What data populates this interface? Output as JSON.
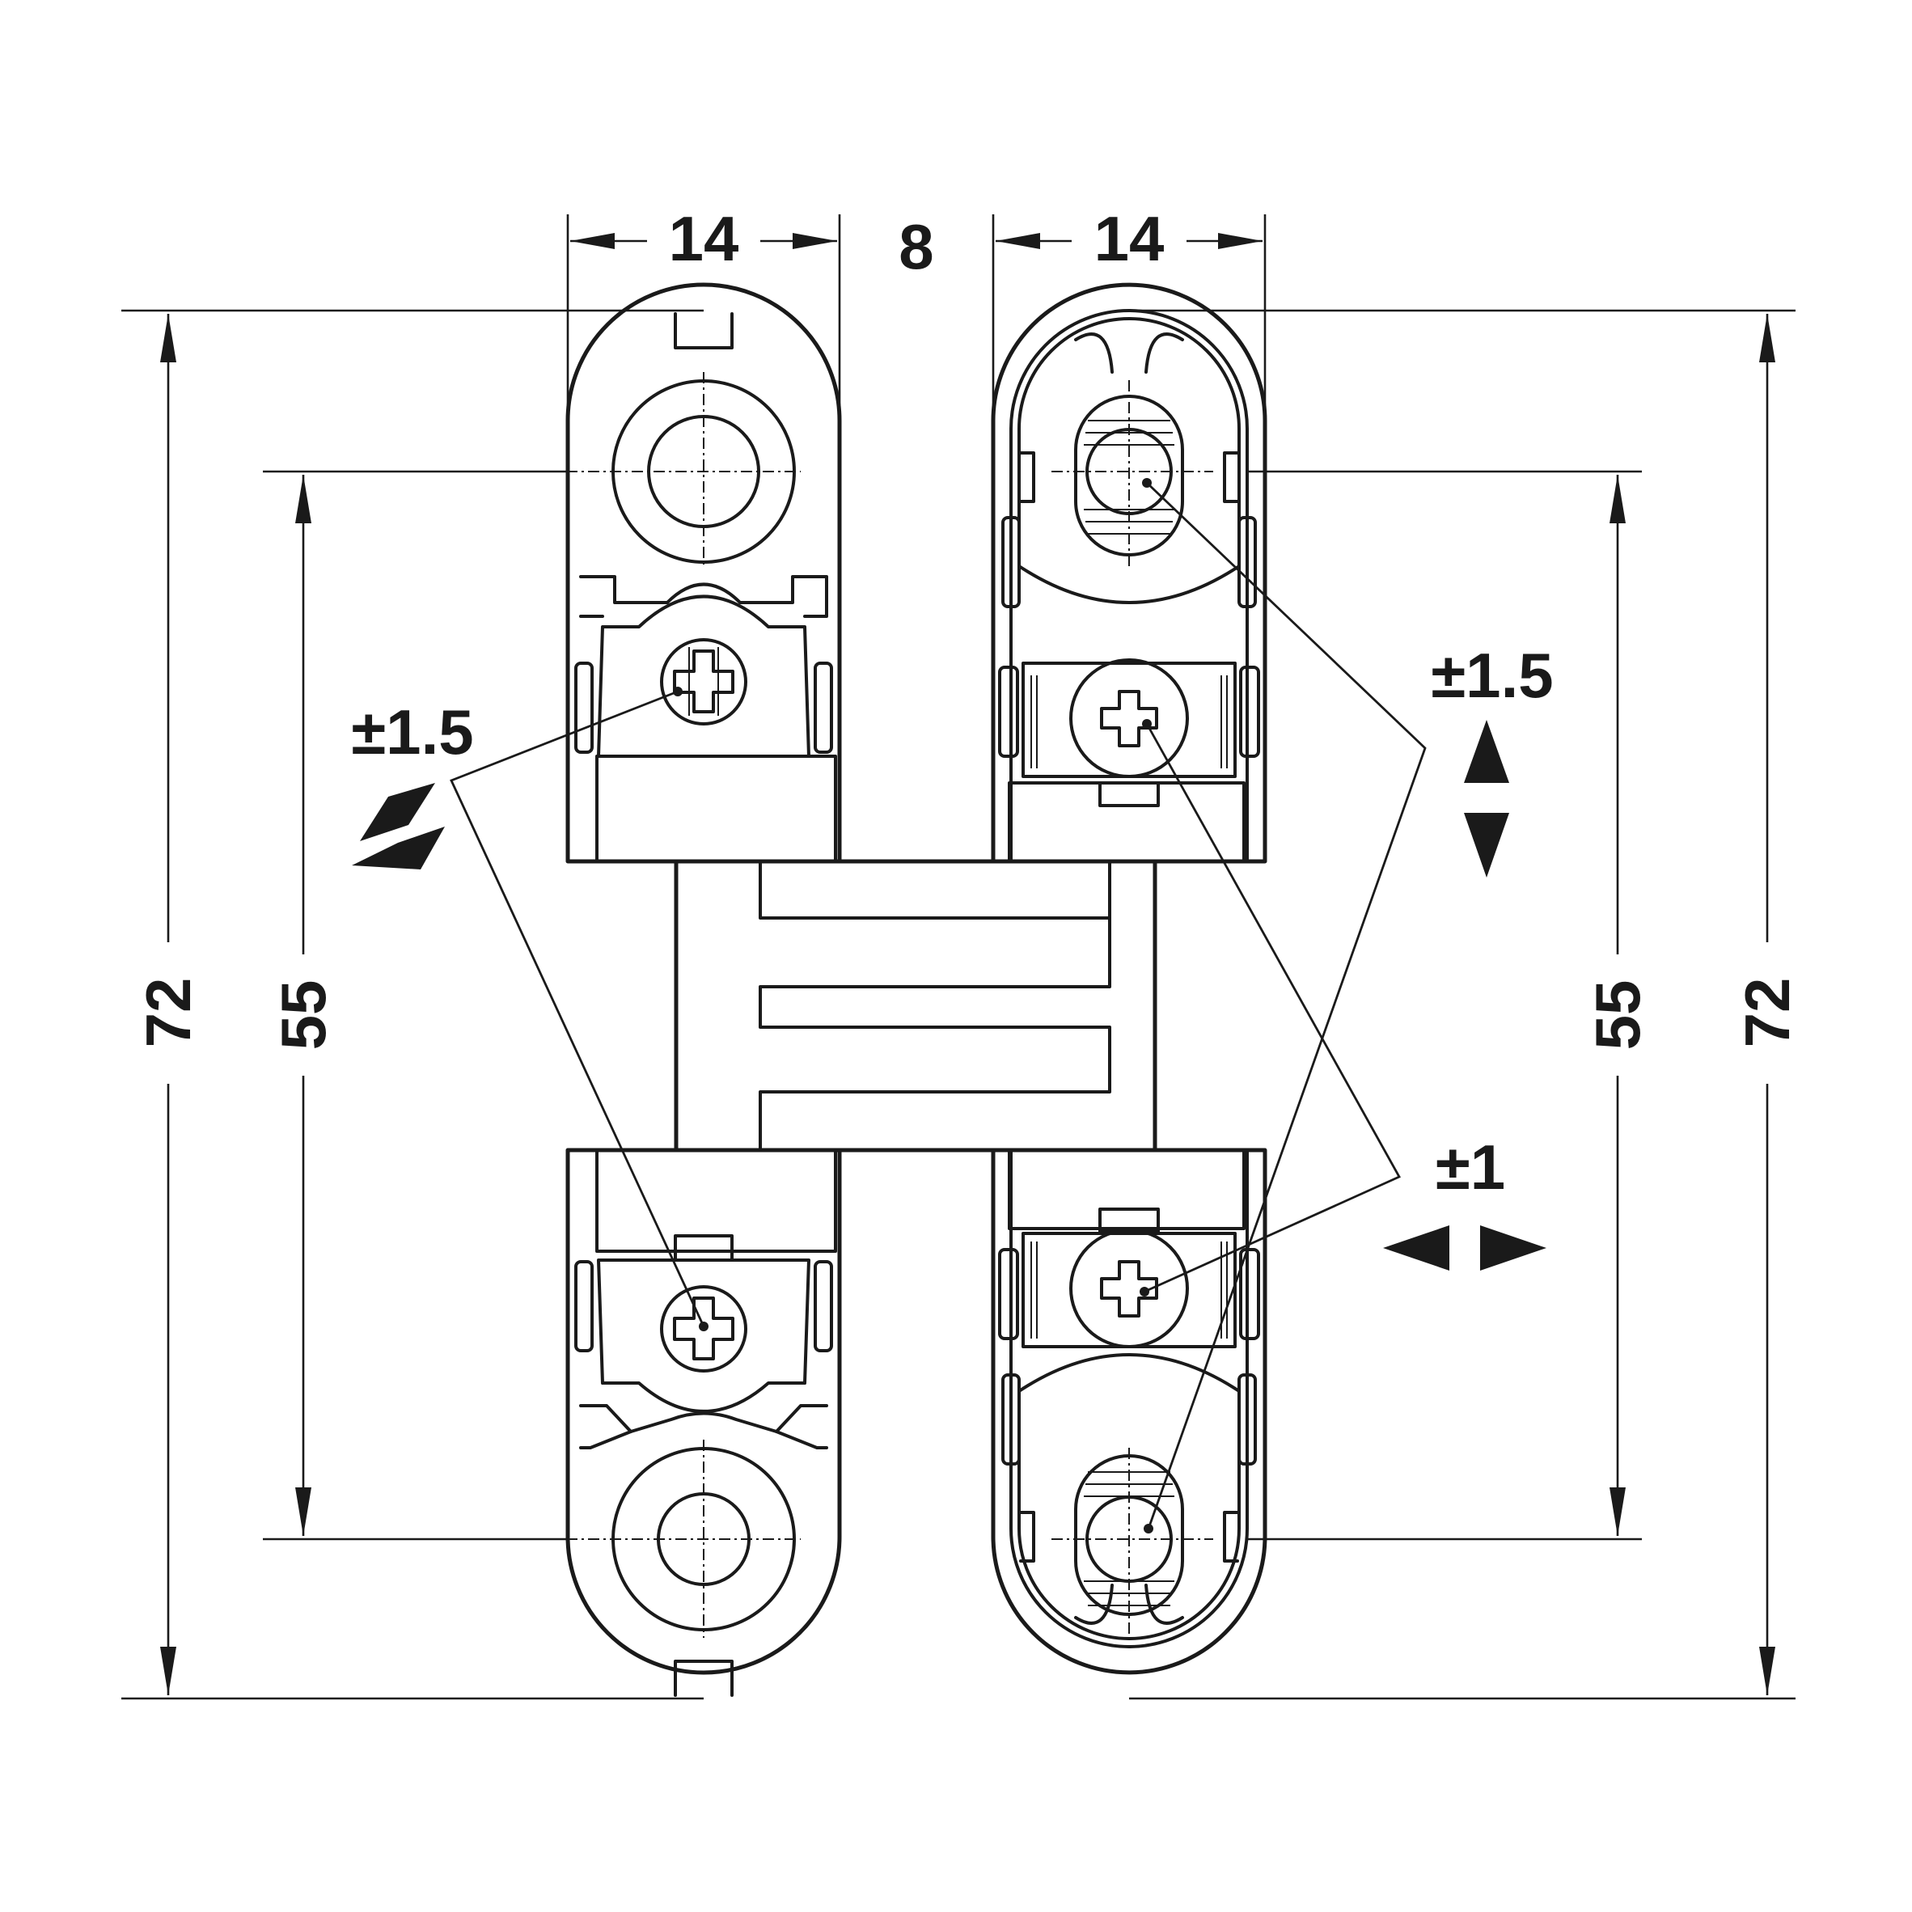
{
  "dimensions": {
    "leaf_width_left": "14",
    "gap": "8",
    "leaf_width_right": "14",
    "total_height_left": "72",
    "hole_spacing_left": "55",
    "hole_spacing_right": "55",
    "total_height_right": "72"
  },
  "adjustments": {
    "depth": "±1.5",
    "height": "±1.5",
    "side": "±1"
  },
  "colors": {
    "line": "#1a1a1a",
    "background": "#ffffff"
  },
  "icons": {
    "depth_arrow": "diagonal-double-arrow-icon",
    "height_arrow": "vertical-double-arrow-icon",
    "side_arrow": "horizontal-double-arrow-icon"
  }
}
